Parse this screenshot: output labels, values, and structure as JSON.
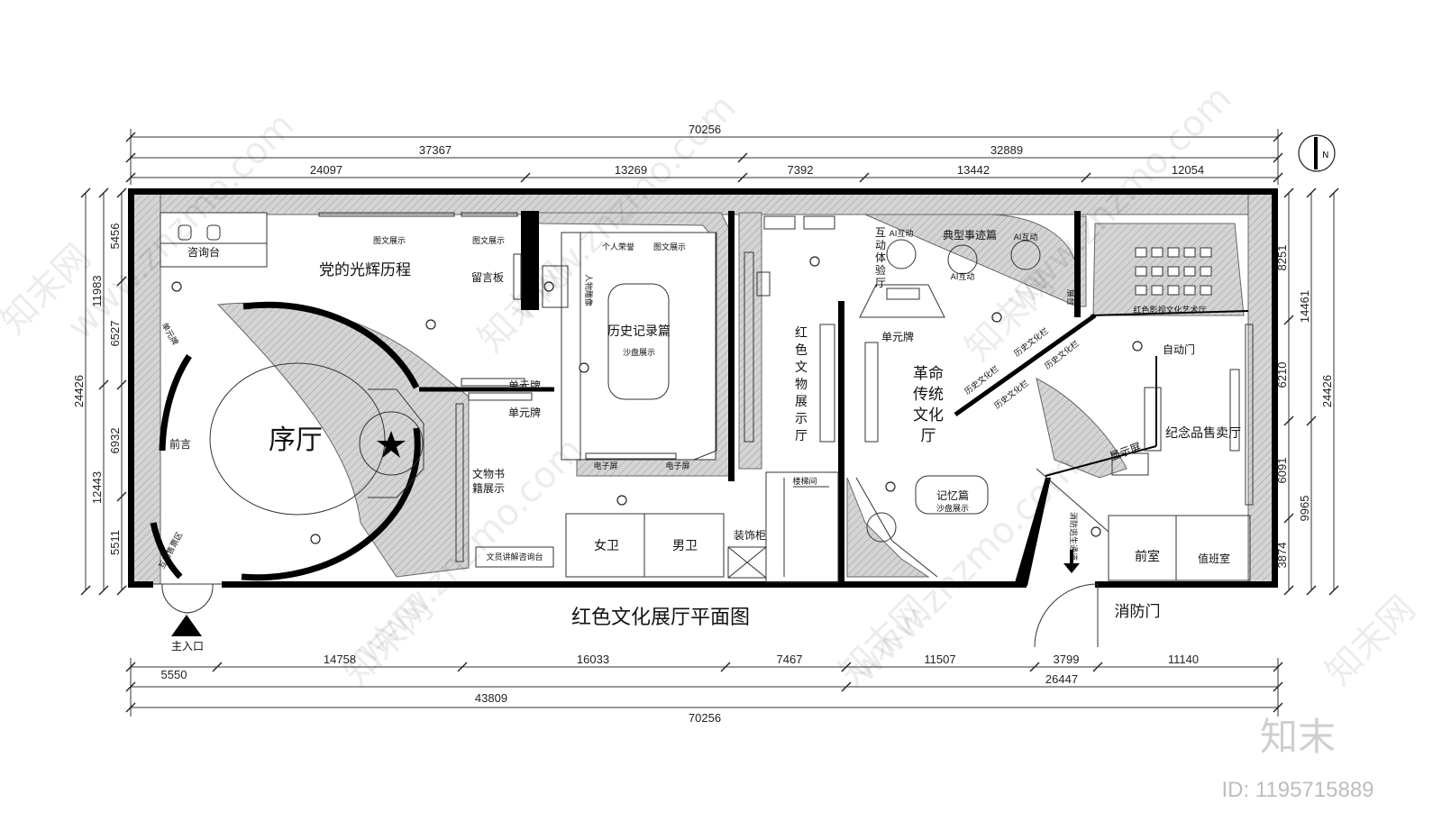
{
  "title": "红色文化展厅平面图",
  "dimensions": {
    "top_total": "70256",
    "top_left": "37367",
    "top_right": "32889",
    "top_segments": [
      "24097",
      "13269",
      "7392",
      "13442",
      "12054"
    ],
    "bottom_segments": [
      "5550",
      "14758",
      "16033",
      "7467",
      "11507",
      "3799",
      "11140"
    ],
    "bottom_groups": [
      "43809",
      "26447"
    ],
    "bottom_total": "70256",
    "left_outer": "24426",
    "left_groups": [
      "11983",
      "12443"
    ],
    "left_segments": [
      "5456",
      "6527",
      "6932",
      "5511"
    ],
    "right_outer": "24426",
    "right_groups": [
      "14461",
      "9965"
    ],
    "right_segments": [
      "8251",
      "6210",
      "6091",
      "3874"
    ]
  },
  "rooms": {
    "preface_hall": "序厅",
    "foreword": "前言",
    "party_glory": "党的光辉历程",
    "history_record": "历史记录篇",
    "sand_table": "沙盘展示",
    "books_display": "文物书籍展示",
    "red_relics_hall": "红色文物展示厅",
    "interactive_hall": "互动体验厅",
    "typical_deeds": "典型事迹篇",
    "revolution_hall": "革命传统文化厅",
    "memory": "记忆篇",
    "film_hall": "红色影视文化艺术厅",
    "souvenir_shop": "纪念品售卖厅",
    "anteroom": "前室",
    "duty_room": "值班室",
    "womens_wc": "女卫",
    "mens_wc": "男卫",
    "decor_cabinet": "装饰柜",
    "stairs": "楼梯间"
  },
  "labels": {
    "reception": "咨询台",
    "graphic_1": "图文展示",
    "graphic_2": "图文展示",
    "graphic_3": "图文展示",
    "message_board": "留言板",
    "personal_honor": "个人荣誉",
    "figure_sculpture": "人物雕像",
    "unit_sign_1": "单元牌",
    "unit_sign_2": "单元牌",
    "unit_sign_3": "单元牌",
    "unit_sign_4": "单元牌",
    "screen_1": "电子屏",
    "screen_2": "电子屏",
    "docent_desk": "文员讲解咨询台",
    "ai_1": "AI互动",
    "ai_2": "AI互动",
    "ai_3": "AI互动",
    "cabinet": "展台",
    "history_col_1": "历史文化栏",
    "history_col_2": "历史文化栏",
    "history_col_3": "历史文化栏",
    "history_col_4": "历史文化栏",
    "auto_door": "自动门",
    "display_screen": "显示屏",
    "fire_door": "消防门",
    "evac_passage": "消防逃生通道",
    "main_entrance": "主入口",
    "interactive_area": "互动售票区",
    "memory_sand": "沙盘展示",
    "north": "N"
  },
  "watermarks": {
    "site": "www.znzmo.com",
    "brand_cn": "知末网",
    "logo": "知末",
    "id_text": "ID: 1195715889"
  }
}
